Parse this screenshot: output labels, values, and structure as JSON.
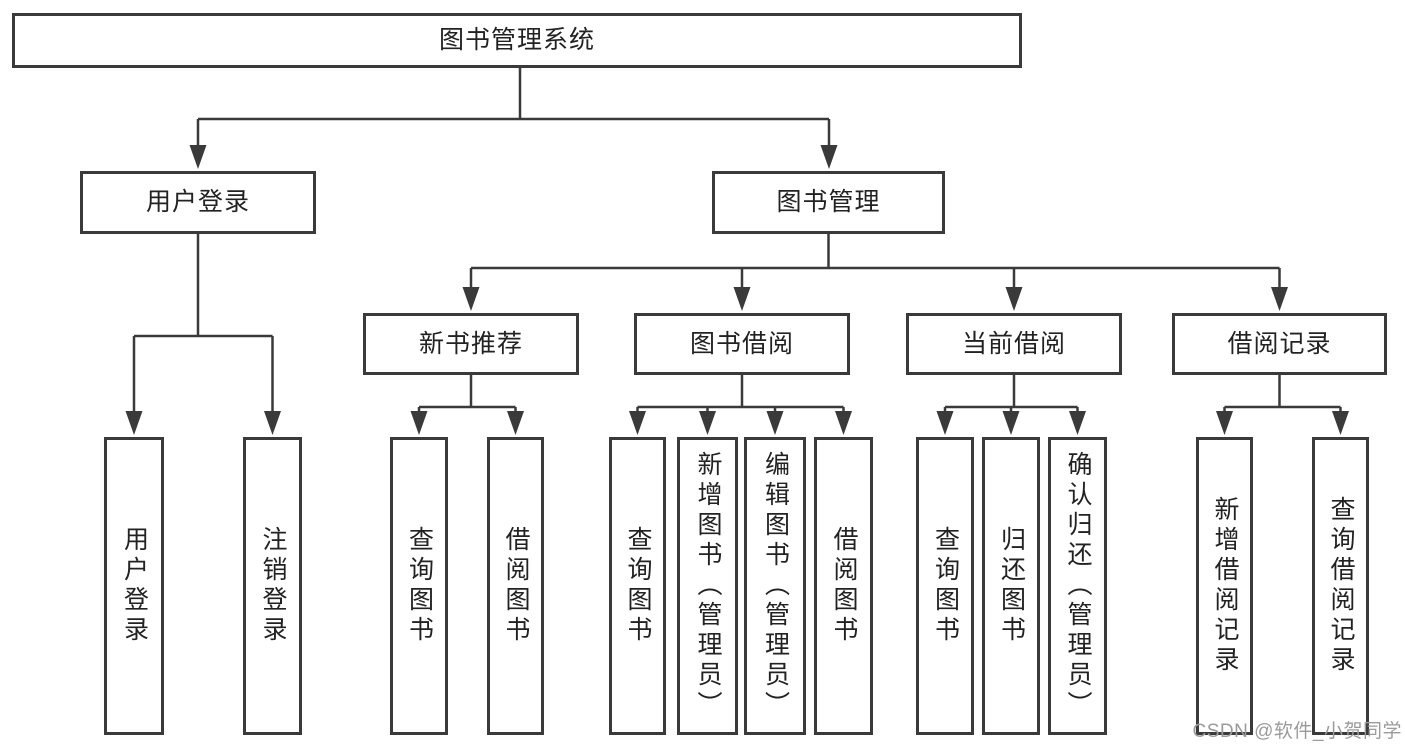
{
  "tree": {
    "root": "图书管理系统",
    "branches": [
      {
        "label": "用户登录",
        "leaves": [
          "用户登录",
          "注销登录"
        ]
      },
      {
        "label": "图书管理",
        "groups": [
          {
            "label": "新书推荐",
            "leaves": [
              "查询图书",
              "借阅图书"
            ]
          },
          {
            "label": "图书借阅",
            "leaves": [
              "查询图书",
              "新增图书（管理员）",
              "编辑图书（管理员）",
              "借阅图书"
            ]
          },
          {
            "label": "当前借阅",
            "leaves": [
              "查询图书",
              "归还图书",
              "确认归还（管理员）"
            ]
          },
          {
            "label": "借阅记录",
            "leaves": [
              "新增借阅记录",
              "查询借阅记录"
            ]
          }
        ]
      }
    ]
  },
  "watermark": "CSDN @软件_小贺同学",
  "colors": {
    "line": "#3a3a3a",
    "text": "#222222",
    "box_fill": "#ffffff",
    "background": "#ffffff",
    "watermark": "#9b9b9b"
  }
}
